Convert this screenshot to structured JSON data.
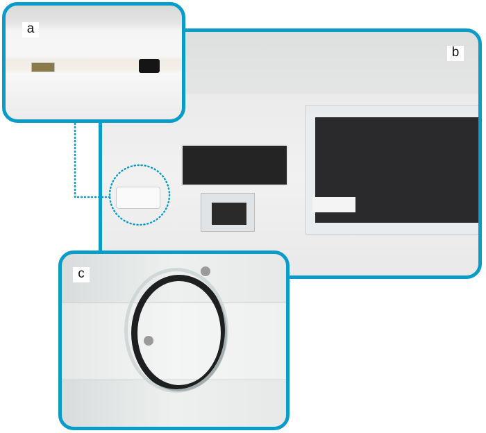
{
  "figure": {
    "panels": [
      {
        "label": "a"
      },
      {
        "label": "b"
      },
      {
        "label": "c"
      }
    ],
    "frame_color": "#0a9cc8"
  }
}
